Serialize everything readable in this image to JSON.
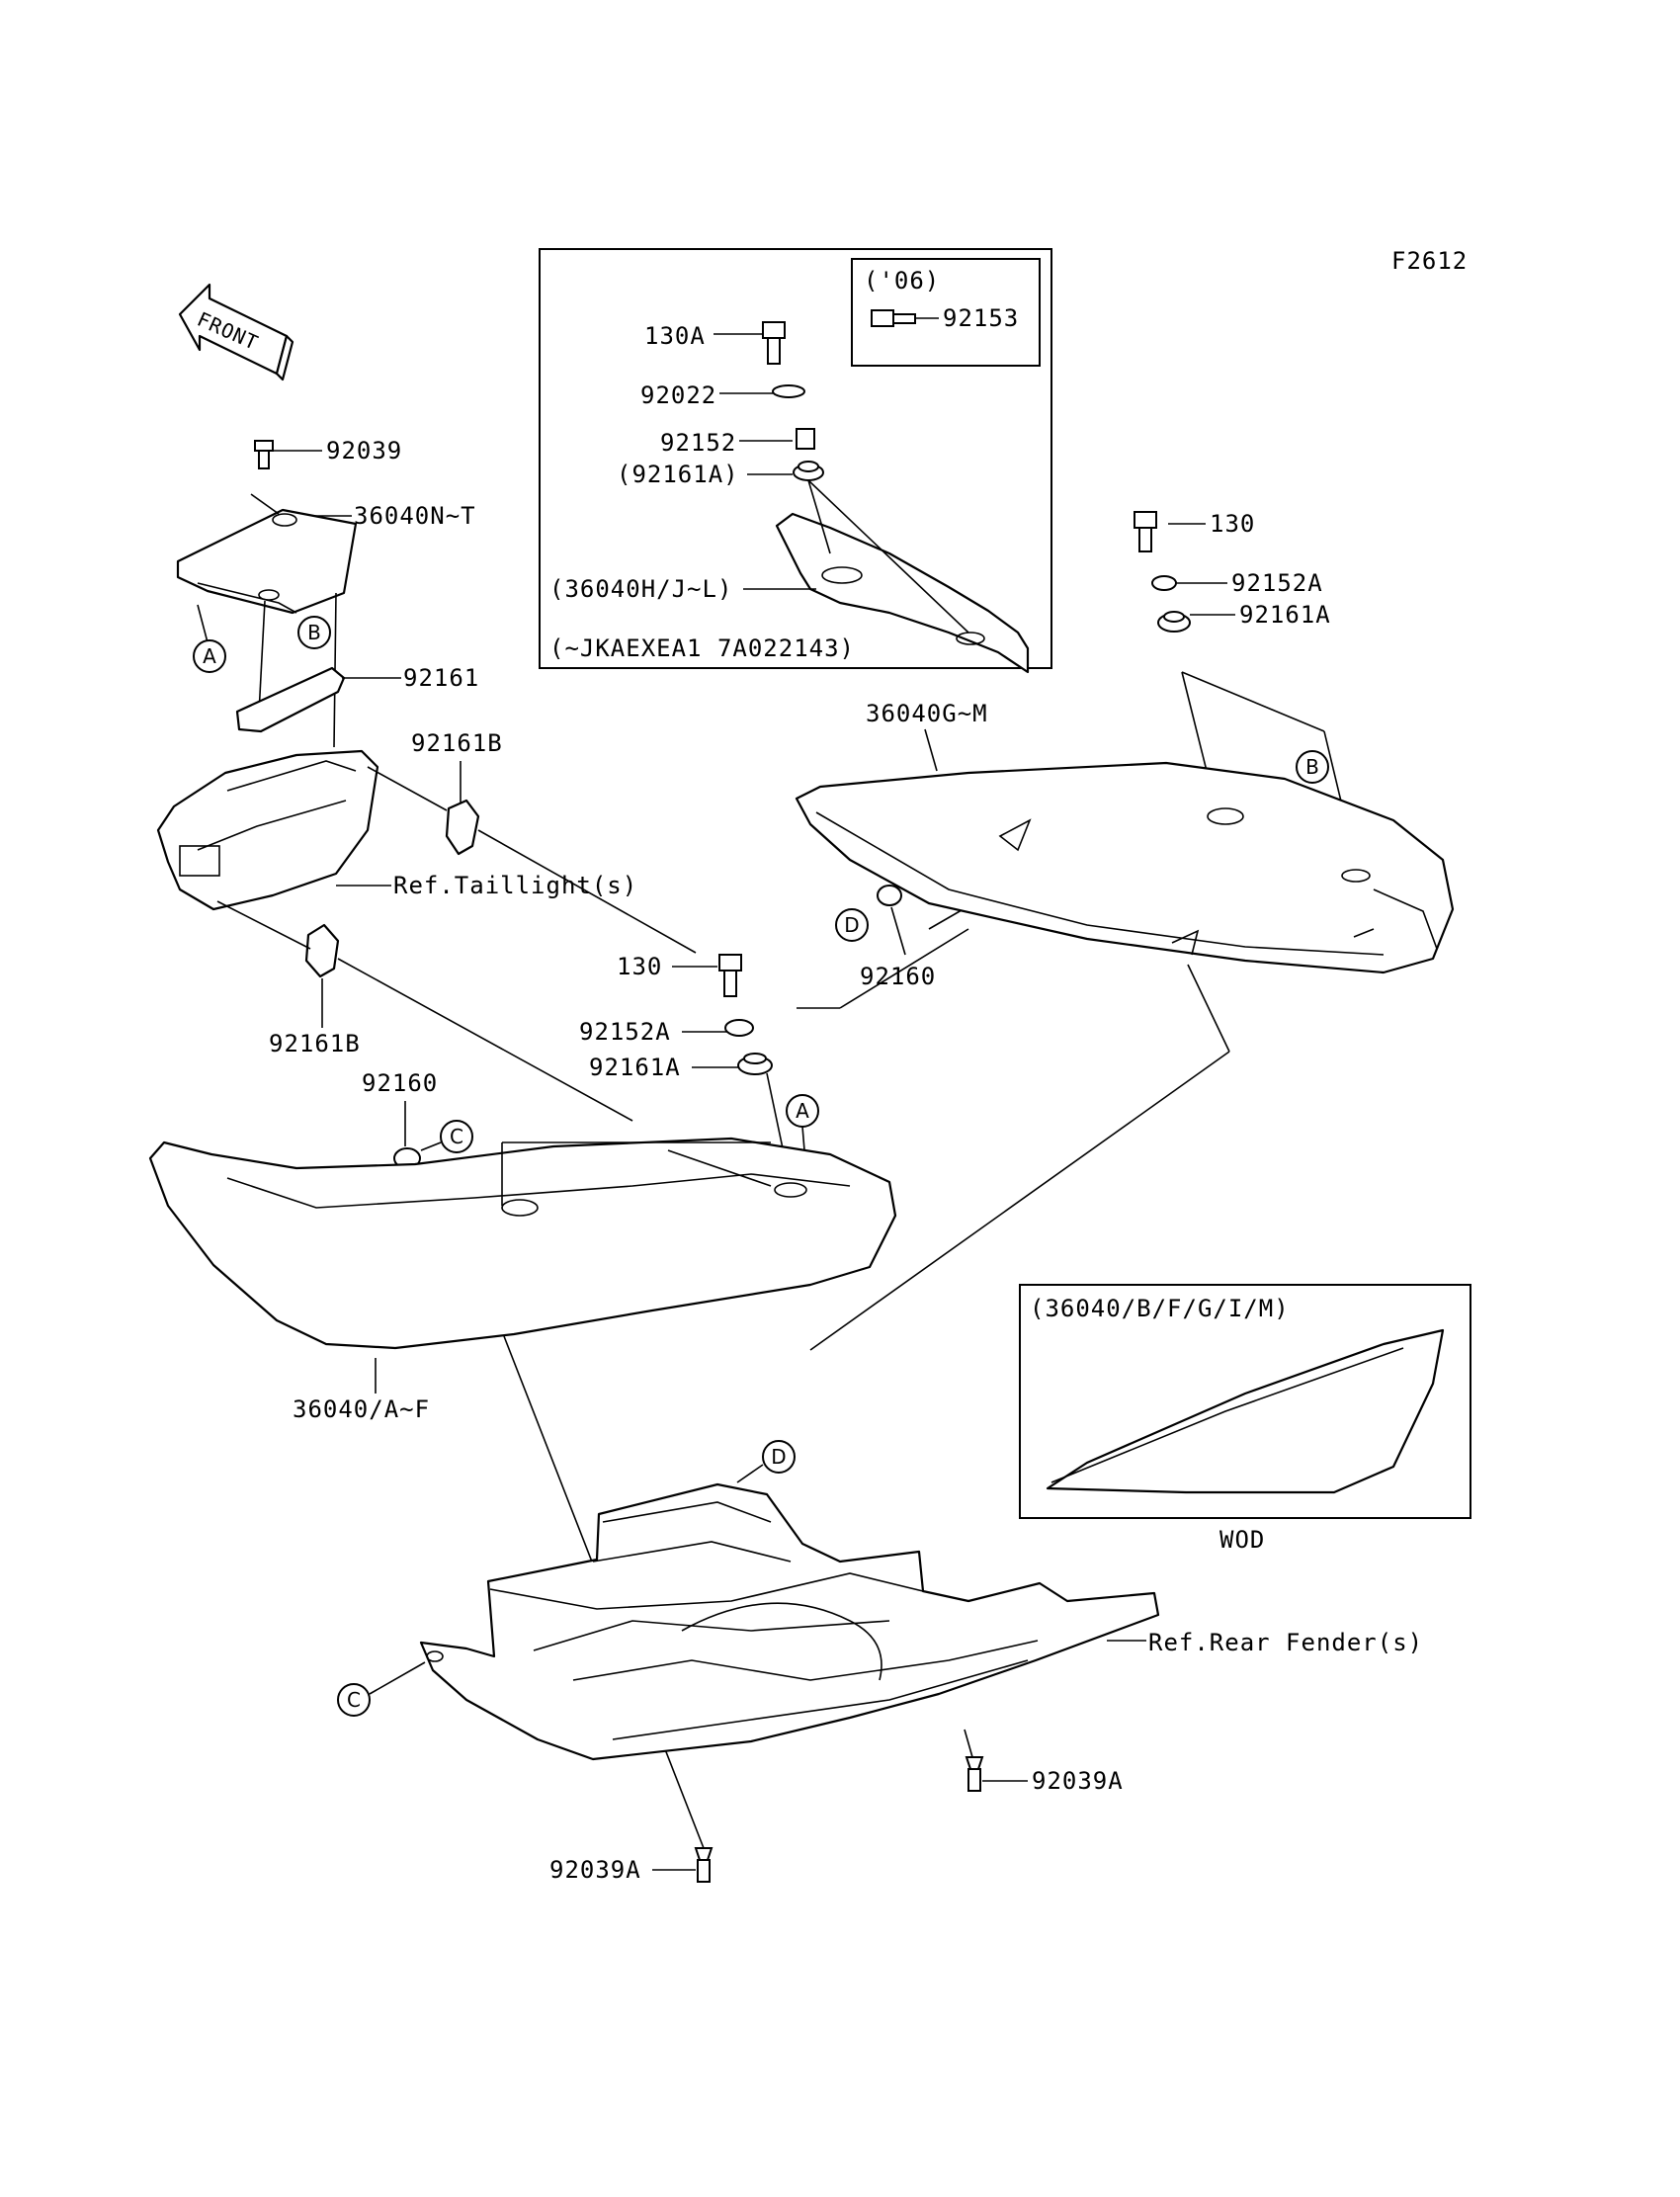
{
  "figure_code": "F2612",
  "front_arrow": "FRONT",
  "labels": {
    "p130A": "130A",
    "p92022": "92022",
    "p92152": "92152",
    "p92161A_paren": "(92161A)",
    "p36040HJL": "(36040H/J~L)",
    "serial_note": "(~JKAEXEA1 7A022143)",
    "year_note": "('06)",
    "p92153": "92153",
    "p92039": "92039",
    "p36040NT": "36040N~T",
    "p92161": "92161",
    "p92161B_top": "92161B",
    "ref_taillight": "Ref.Taillight(s)",
    "p92161B_bot": "92161B",
    "p130_right": "130",
    "p92152A_right": "92152A",
    "p92161A_right": "92161A",
    "p36040GM": "36040G~M",
    "p92160_mid": "92160",
    "p130_mid": "130",
    "p92152A_mid": "92152A",
    "p92161A_mid": "92161A",
    "p92160_left": "92160",
    "p36040AF": "36040/A~F",
    "p36040BFGIM": "(36040/B/F/G/I/M)",
    "wod": "WOD",
    "ref_rear_fender": "Ref.Rear Fender(s)",
    "p92039A_right": "92039A",
    "p92039A_bot": "92039A"
  },
  "callouts": {
    "A": "A",
    "B": "B",
    "C": "C",
    "D": "D"
  }
}
